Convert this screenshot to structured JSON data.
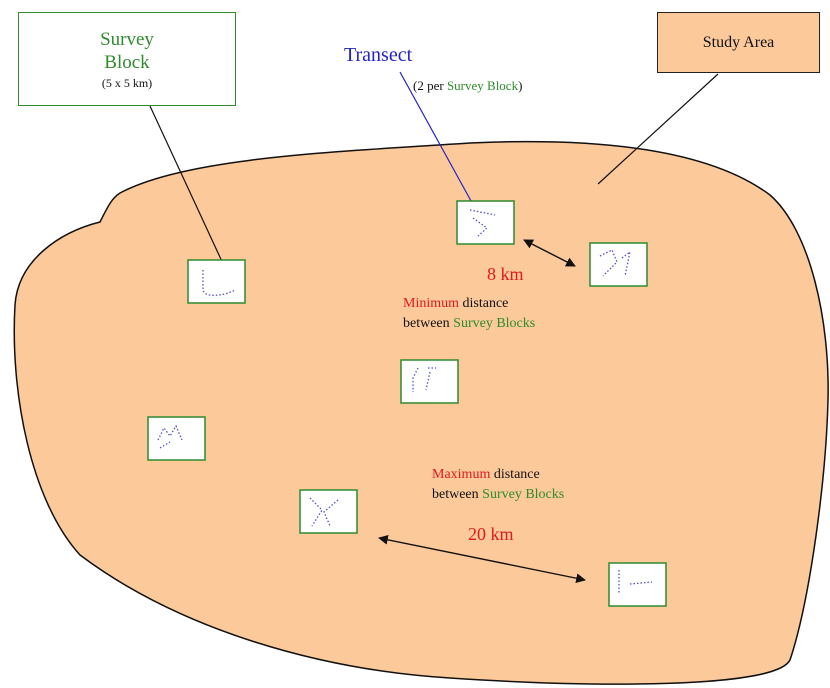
{
  "colors": {
    "study_area_fill": "#fbc99a",
    "survey_block_border": "#2e8b2e",
    "transect_line": "#2323c8",
    "highlight_red": "#e0191e",
    "highlight_green": "#2e8b2e"
  },
  "survey_block_callout": {
    "line1": "Survey",
    "line2": "Block",
    "size": "(5 x 5 km)"
  },
  "study_area_callout": {
    "label": "Study Area"
  },
  "transect_callout": {
    "title": "Transect",
    "note_prefix": "(2 per ",
    "note_highlight": "Survey Block",
    "note_suffix": ")"
  },
  "min_distance": {
    "value": "8 km",
    "word": "Minimum",
    "rest1": " distance",
    "line2_prefix": "between ",
    "line2_highlight": "Survey Blocks"
  },
  "max_distance": {
    "value": "20 km",
    "word": "Maximum",
    "rest1": " distance",
    "line2_prefix": "between ",
    "line2_highlight": "Survey Blocks"
  },
  "survey_blocks_count": 7
}
